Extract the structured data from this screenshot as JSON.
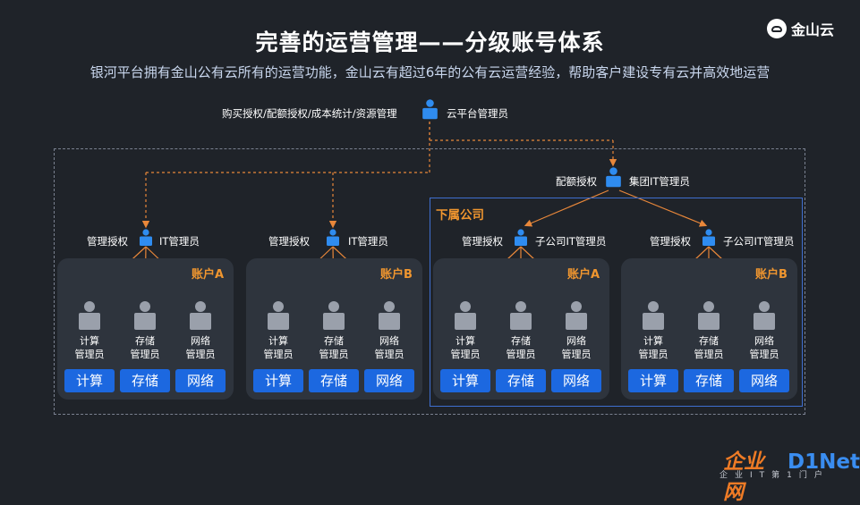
{
  "title": "完善的运营管理——分级账号体系",
  "subtitle": "银河平台拥有金山公有云所有的运营功能，金山云有超过6年的公有云运营经验，帮助客户建设专有云并高效地运营",
  "logo_text": "金山云",
  "top_admin": {
    "duties": "购买授权/配额授权/成本统计/资源管理",
    "role": "云平台管理员"
  },
  "group_admin": {
    "duty": "配额授权",
    "role": "集团IT管理员"
  },
  "subsidiary_label": "下属公司",
  "accounts": [
    {
      "duty": "管理授权",
      "admin": "IT管理员",
      "account": "账户A",
      "managers": [
        "计算\n管理员",
        "存储\n管理员",
        "网络\n管理员"
      ],
      "resources": [
        "计算",
        "存储",
        "网络"
      ]
    },
    {
      "duty": "管理授权",
      "admin": "IT管理员",
      "account": "账户B",
      "managers": [
        "计算\n管理员",
        "存储\n管理员",
        "网络\n管理员"
      ],
      "resources": [
        "计算",
        "存储",
        "网络"
      ]
    },
    {
      "duty": "管理授权",
      "admin": "子公司IT管理员",
      "account": "账户A",
      "managers": [
        "计算\n管理员",
        "存储\n管理员",
        "网络\n管理员"
      ],
      "resources": [
        "计算",
        "存储",
        "网络"
      ]
    },
    {
      "duty": "管理授权",
      "admin": "子公司IT管理员",
      "account": "账户B",
      "managers": [
        "计算\n管理员",
        "存储\n管理员",
        "网络\n管理员"
      ],
      "resources": [
        "计算",
        "存储",
        "网络"
      ]
    }
  ],
  "watermark": {
    "brand_cn": "企业网",
    "brand_en": "D1Net",
    "tagline": "企业IT第1门户"
  },
  "colors": {
    "background": "#1f2329",
    "panel": "#2e343d",
    "accent_orange": "#f0962f",
    "blue": "#1c68e0",
    "person_blue": "#2f8cf0",
    "person_gray": "#9aa0ab"
  }
}
